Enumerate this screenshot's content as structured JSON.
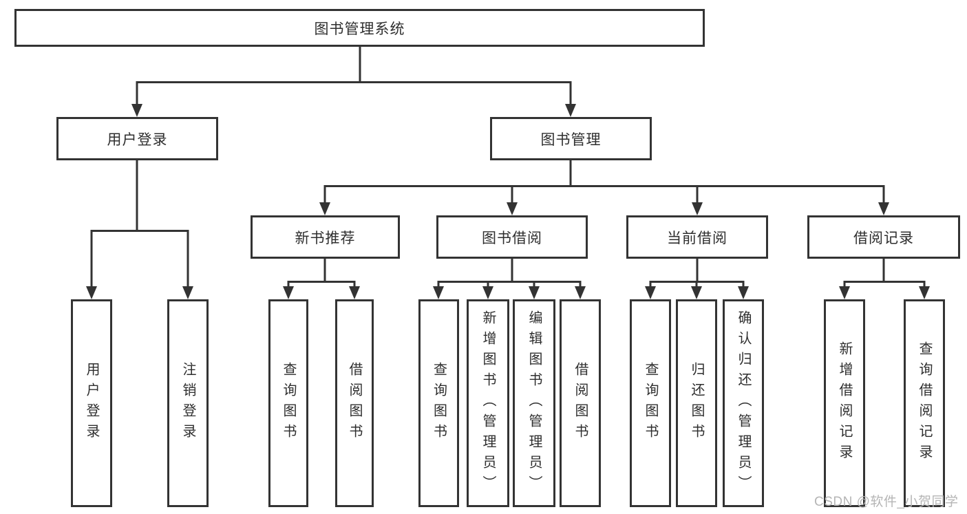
{
  "diagram": {
    "root": {
      "label": "图书管理系统"
    },
    "branches": [
      {
        "label": "用户登录",
        "children": [
          {
            "label": "用户登录"
          },
          {
            "label": "注销登录"
          }
        ]
      },
      {
        "label": "图书管理",
        "children": [
          {
            "label": "新书推荐",
            "children": [
              {
                "label": "查询图书"
              },
              {
                "label": "借阅图书"
              }
            ]
          },
          {
            "label": "图书借阅",
            "children": [
              {
                "label": "查询图书"
              },
              {
                "label": "新增图书（管理员）"
              },
              {
                "label": "编辑图书（管理员）"
              },
              {
                "label": "借阅图书"
              }
            ]
          },
          {
            "label": "当前借阅",
            "children": [
              {
                "label": "查询图书"
              },
              {
                "label": "归还图书"
              },
              {
                "label": "确认归还（管理员）"
              }
            ]
          },
          {
            "label": "借阅记录",
            "children": [
              {
                "label": "新增借阅记录"
              },
              {
                "label": "查询借阅记录"
              }
            ]
          }
        ]
      }
    ]
  },
  "watermark": {
    "text": "CSDN @软件_小贺同学"
  },
  "colors": {
    "line": "#333333",
    "box_border": "#333333",
    "box_fill": "#ffffff",
    "text": "#2e2e2e",
    "watermark": "#b5b5b5"
  }
}
